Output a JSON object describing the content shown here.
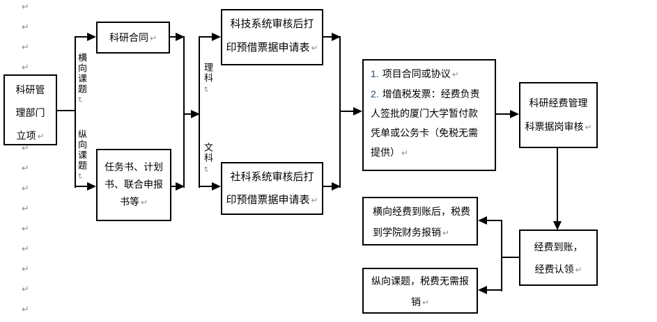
{
  "marks": {
    "paragraph": "↵",
    "line_break": "↵",
    "vertical_break": "↵"
  },
  "colors": {
    "line": "#000000",
    "mark_gray": "#8f8f8f",
    "list_number_blue": "#1f4e79",
    "background": "#ffffff"
  },
  "edge_labels": {
    "horizontal_topic": "横向课题",
    "vertical_topic": "纵向课题",
    "science": "理科",
    "liberal_arts": "文科"
  },
  "nodes": {
    "project_initiation": {
      "line1": "科研管",
      "line2": "理部门",
      "line3": "立项"
    },
    "research_contract": {
      "line1": "科研合同"
    },
    "task_documents": {
      "line1": "任务书、计划",
      "line2": "书、联合申报",
      "line3": "书等"
    },
    "sci_tech_system": {
      "line1": "科技系统审核后打",
      "line2": "印预借票据申请表"
    },
    "social_sci_system": {
      "line1": "社科系统审核后打",
      "line2": "印预借票据申请表"
    },
    "required_documents": {
      "item1_num": "1.",
      "item1_text": "项目合同或协议",
      "item2_num": "2.",
      "item2_line1": "增值税发票：经费负责",
      "item2_line2": "人签批的厦门大学暂付款",
      "item2_line3": "凭单或公务卡（免税无需",
      "item2_line4": "提供）"
    },
    "ticket_review": {
      "line1": "科研经费管理",
      "line2": "科票据岗审核"
    },
    "funds_arrival": {
      "line1": "经费到账，",
      "line2": "经费认领"
    },
    "horizontal_reimburse": {
      "line1": "横向经费到账后，税费",
      "line2": "到学院财务报销"
    },
    "vertical_no_reimburse": {
      "line1": "纵向课题，税费无需报",
      "line2": "销"
    }
  }
}
